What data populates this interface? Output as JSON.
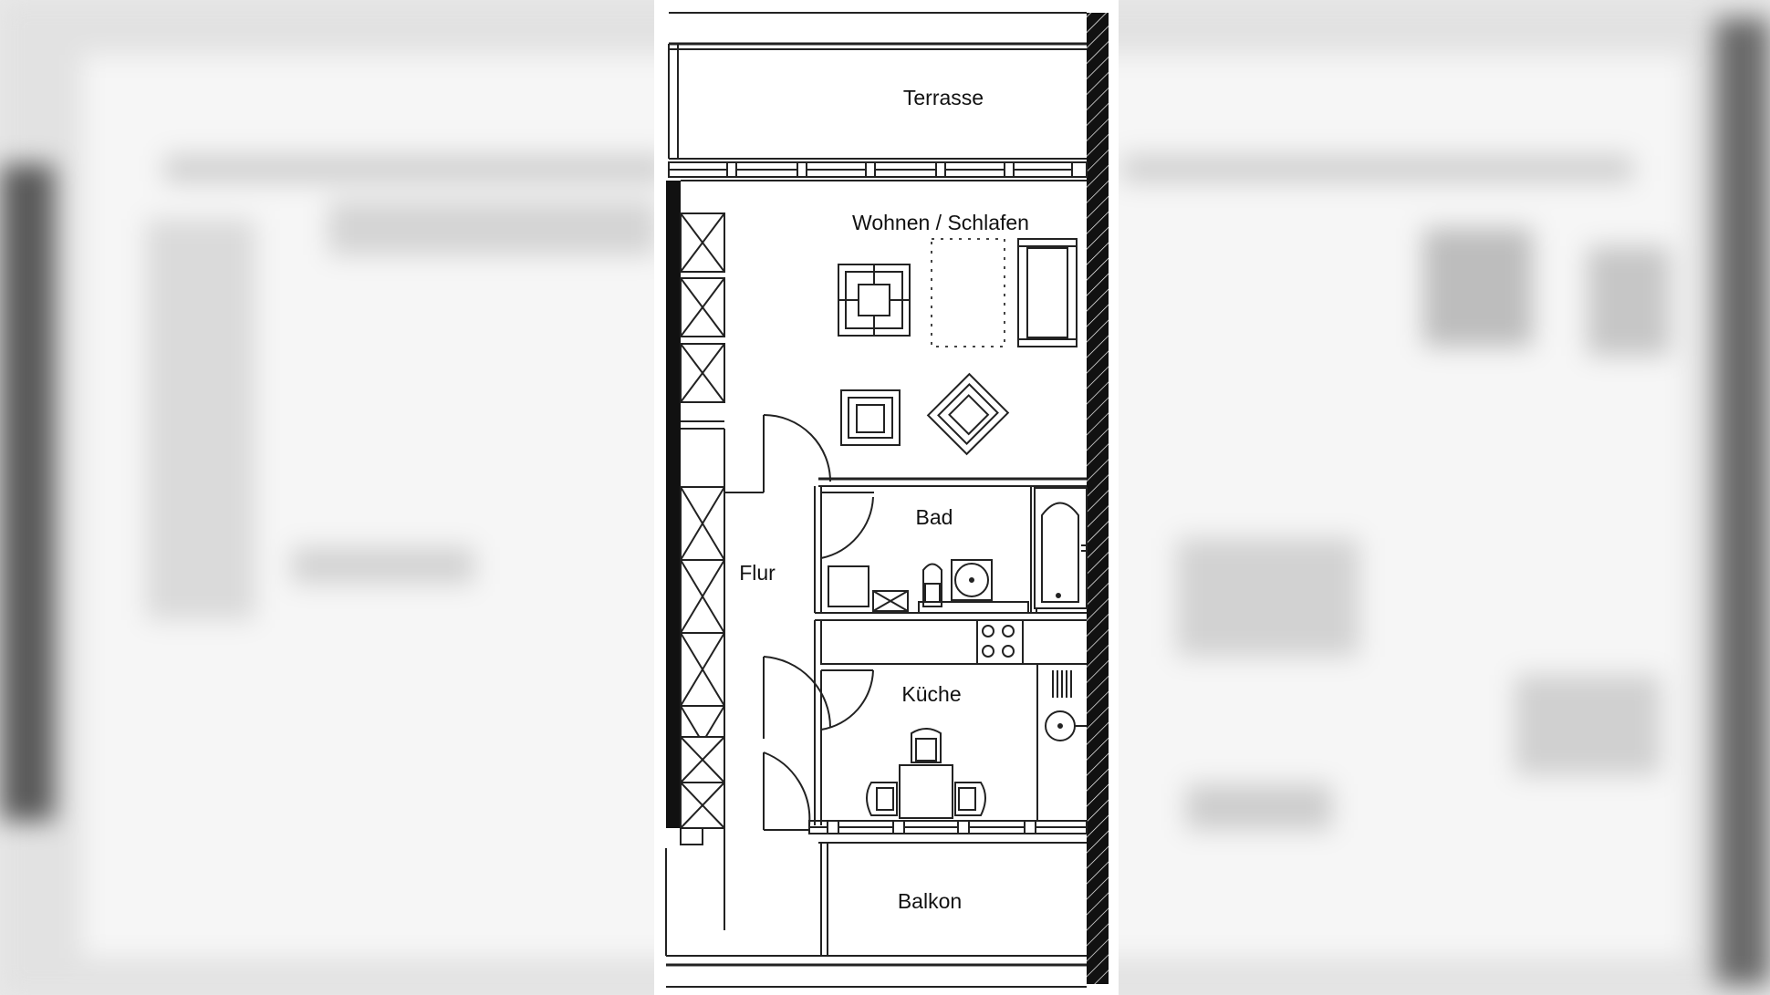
{
  "rooms": {
    "terrace": "Terrasse",
    "living": "Wohnen / Schlafen",
    "bath": "Bad",
    "hall": "Flur",
    "kitchen": "Küche",
    "balcony": "Balkon"
  },
  "colors": {
    "wall": "#111111",
    "line": "#222222",
    "paper": "#ffffff",
    "background": "#e9e9e9"
  }
}
